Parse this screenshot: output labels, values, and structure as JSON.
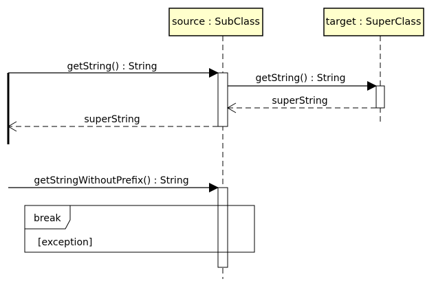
{
  "colors": {
    "participant_fill": "#FFFFCC",
    "line": "#000000",
    "background": "#FFFFFF"
  },
  "participants": [
    {
      "id": "source",
      "label": "source : SubClass"
    },
    {
      "id": "target",
      "label": "target : SuperClass"
    }
  ],
  "messages": [
    {
      "id": "m1",
      "label": "getString() : String",
      "kind": "sync"
    },
    {
      "id": "m2",
      "label": "getString() : String",
      "kind": "sync"
    },
    {
      "id": "m3",
      "label": "superString",
      "kind": "return"
    },
    {
      "id": "m4",
      "label": "superString",
      "kind": "return"
    },
    {
      "id": "m5",
      "label": "getStringWithoutPrefix() : String",
      "kind": "sync"
    }
  ],
  "fragment": {
    "operator": "break",
    "guard": "[exception]"
  }
}
